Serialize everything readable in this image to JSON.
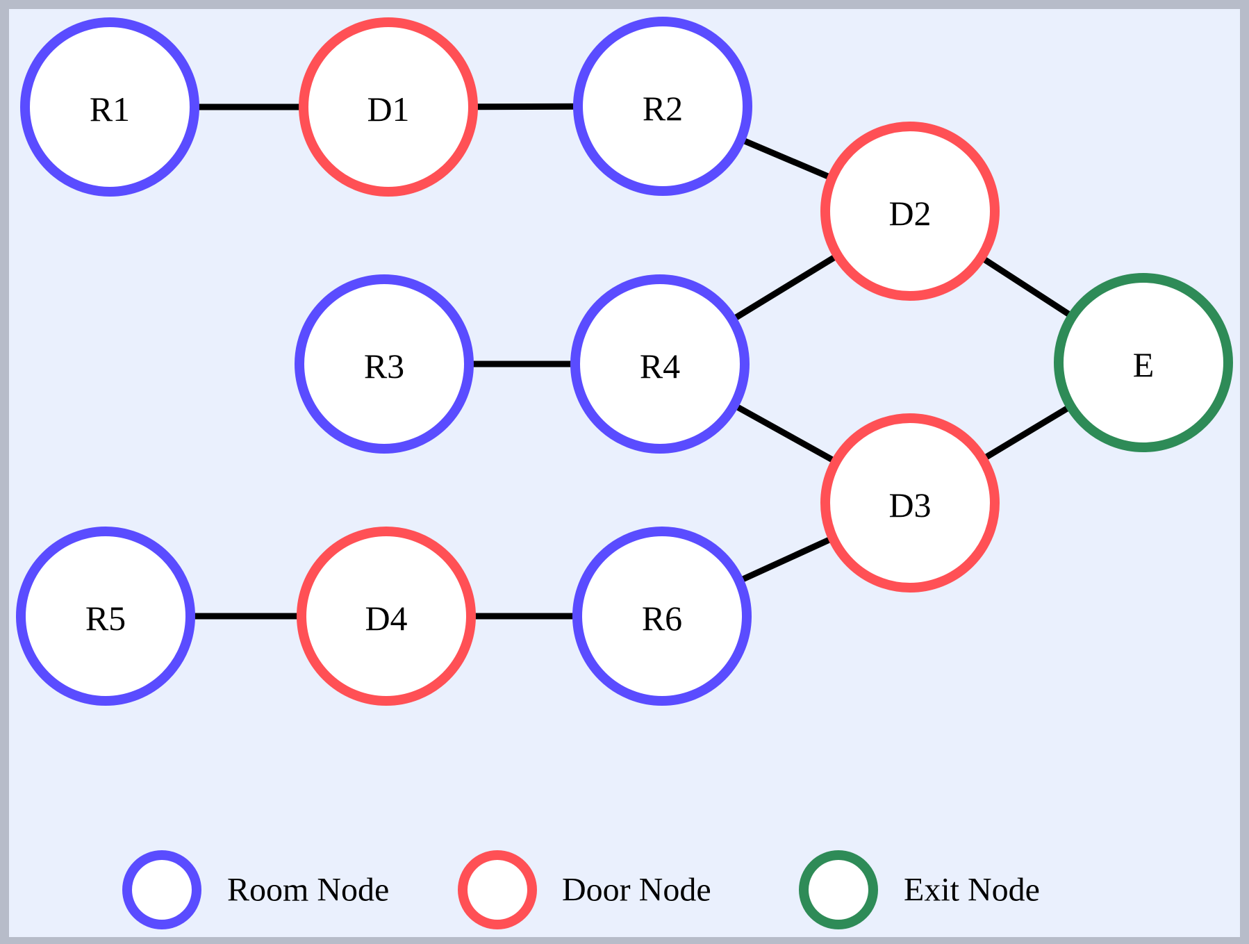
{
  "colors": {
    "room": "#5a4cff",
    "door": "#ff5055",
    "exit": "#2e8b57",
    "edge": "#000000",
    "background": "#eaf0fd",
    "border": "#b7bcc9"
  },
  "nodes": [
    {
      "id": "R1",
      "label": "R1",
      "type": "room"
    },
    {
      "id": "D1",
      "label": "D1",
      "type": "door"
    },
    {
      "id": "R2",
      "label": "R2",
      "type": "room"
    },
    {
      "id": "D2",
      "label": "D2",
      "type": "door"
    },
    {
      "id": "R3",
      "label": "R3",
      "type": "room"
    },
    {
      "id": "R4",
      "label": "R4",
      "type": "room"
    },
    {
      "id": "E",
      "label": "E",
      "type": "exit"
    },
    {
      "id": "D3",
      "label": "D3",
      "type": "door"
    },
    {
      "id": "R5",
      "label": "R5",
      "type": "room"
    },
    {
      "id": "D4",
      "label": "D4",
      "type": "door"
    },
    {
      "id": "R6",
      "label": "R6",
      "type": "room"
    }
  ],
  "edges": [
    {
      "from": "R1",
      "to": "D1"
    },
    {
      "from": "D1",
      "to": "R2"
    },
    {
      "from": "R2",
      "to": "D2"
    },
    {
      "from": "D2",
      "to": "E"
    },
    {
      "from": "R3",
      "to": "R4"
    },
    {
      "from": "R4",
      "to": "D2"
    },
    {
      "from": "R4",
      "to": "D3"
    },
    {
      "from": "D3",
      "to": "E"
    },
    {
      "from": "R5",
      "to": "D4"
    },
    {
      "from": "D4",
      "to": "R6"
    },
    {
      "from": "R6",
      "to": "D3"
    }
  ],
  "legend": [
    {
      "label": "Room Node",
      "type": "room"
    },
    {
      "label": "Door Node",
      "type": "door"
    },
    {
      "label": "Exit Node",
      "type": "exit"
    }
  ]
}
